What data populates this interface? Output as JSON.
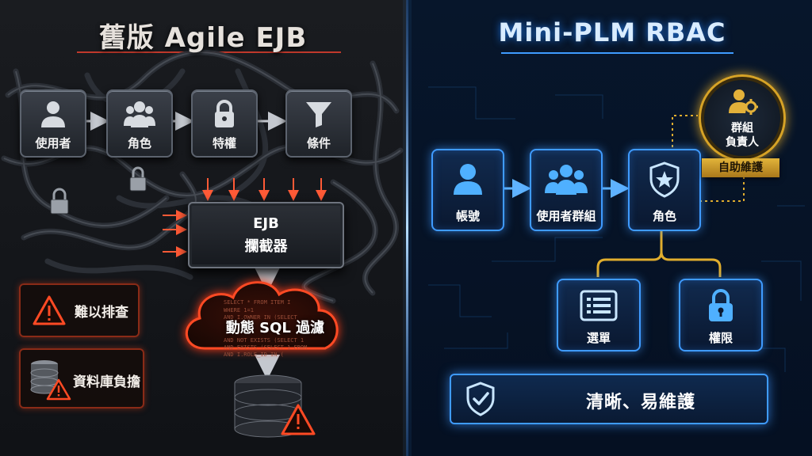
{
  "left": {
    "title": "舊版 Agile EJB",
    "flow": [
      {
        "label": "使用者",
        "icon": "user-icon"
      },
      {
        "label": "角色",
        "icon": "group-icon"
      },
      {
        "label": "特權",
        "icon": "lock-icon"
      },
      {
        "label": "條件",
        "icon": "filter-icon"
      }
    ],
    "interceptor": {
      "line1": "EJB",
      "line2": "攔截器"
    },
    "problems": [
      {
        "label": "難以排查",
        "icon": "warning-icon"
      },
      {
        "label": "資料庫負擔",
        "icon": "database-warning-icon"
      }
    ],
    "sql_cloud": {
      "label": "動態 SQL 過濾",
      "sql_lines": [
        "SELECT * FROM ITEM I",
        "WHERE 1=1",
        "AND I.OWNER IN (SELECT",
        "AND NOT EXISTS (SELECT 1",
        "AND EXISTS (SELECT 1 FROM",
        "AND I.ROLE_ID IN ("
      ]
    }
  },
  "right": {
    "title": "Mini-PLM RBAC",
    "flow": [
      {
        "label": "帳號",
        "icon": "user-icon"
      },
      {
        "label": "使用者群組",
        "icon": "group-icon"
      },
      {
        "label": "角色",
        "icon": "shield-star-icon"
      }
    ],
    "group_leader": {
      "label_line1": "群組",
      "label_line2": "負責人",
      "ribbon": "自助維護",
      "icon": "user-gear-icon"
    },
    "outputs": [
      {
        "label": "選單",
        "icon": "menu-list-icon"
      },
      {
        "label": "權限",
        "icon": "lock-icon"
      }
    ],
    "summary": {
      "label": "清晰、易維護",
      "icon": "shield-check-icon"
    }
  },
  "colors": {
    "left_accent": "#e0442a",
    "right_accent": "#3f9bff",
    "leader_gold": "#d7a326",
    "divider": "#4aa8ff"
  }
}
